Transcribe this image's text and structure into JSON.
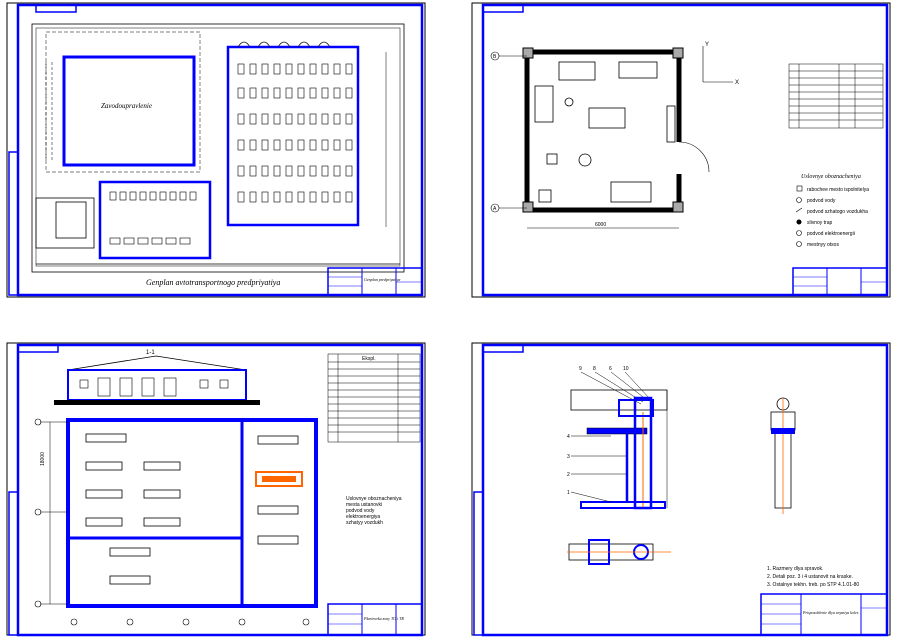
{
  "sheet1": {
    "center_building_label": "Zavodoupravlenie",
    "caption": "Genplan avtotransportnogo predpriyatiya",
    "stamp_title": "Genplan predpriyatiya"
  },
  "sheet2": {
    "axis_y": "Y",
    "axis_x": "X",
    "axis_marks": [
      "B",
      "A"
    ],
    "dimension_bottom": "6000",
    "legend_title": "Uslovnye oboznacheniya",
    "legend_items": [
      "rabochee mesto ispolnitelya",
      "podvod vody",
      "podvod szhatogo vozdukha",
      "slivnoy trap",
      "podvod elektroenergii",
      "mestnyy otsos"
    ],
    "table_rows": 9
  },
  "sheet3": {
    "section_label": "1-1",
    "spec_title": "Ekspl.",
    "spec_rows": 12,
    "dimension_left": "18000",
    "legend_lines": [
      "Uslovnye oboznacheniya",
      "mesta ustanovki",
      "podvod vody",
      "elektroenergiya",
      "szhatyy vozdukh"
    ],
    "stamp_title": "Planirovka zony TO i TR"
  },
  "sheet4": {
    "callouts": [
      "9",
      "8",
      "6",
      "10"
    ],
    "left_numbers": [
      "4",
      "3",
      "2",
      "1"
    ],
    "notes": [
      "1. Razmery dlya spravok.",
      "2. Detali poz. 3 i 4 ustanovit na kraske.",
      "3. Ostalnye tekhn. treb. po STP 4.1.01-80"
    ],
    "stamp_title": "Prisposoblenie dlya snyatiya koles"
  },
  "colors": {
    "frame": "#0000ff",
    "line": "#000000",
    "accent": "#ff6600"
  }
}
